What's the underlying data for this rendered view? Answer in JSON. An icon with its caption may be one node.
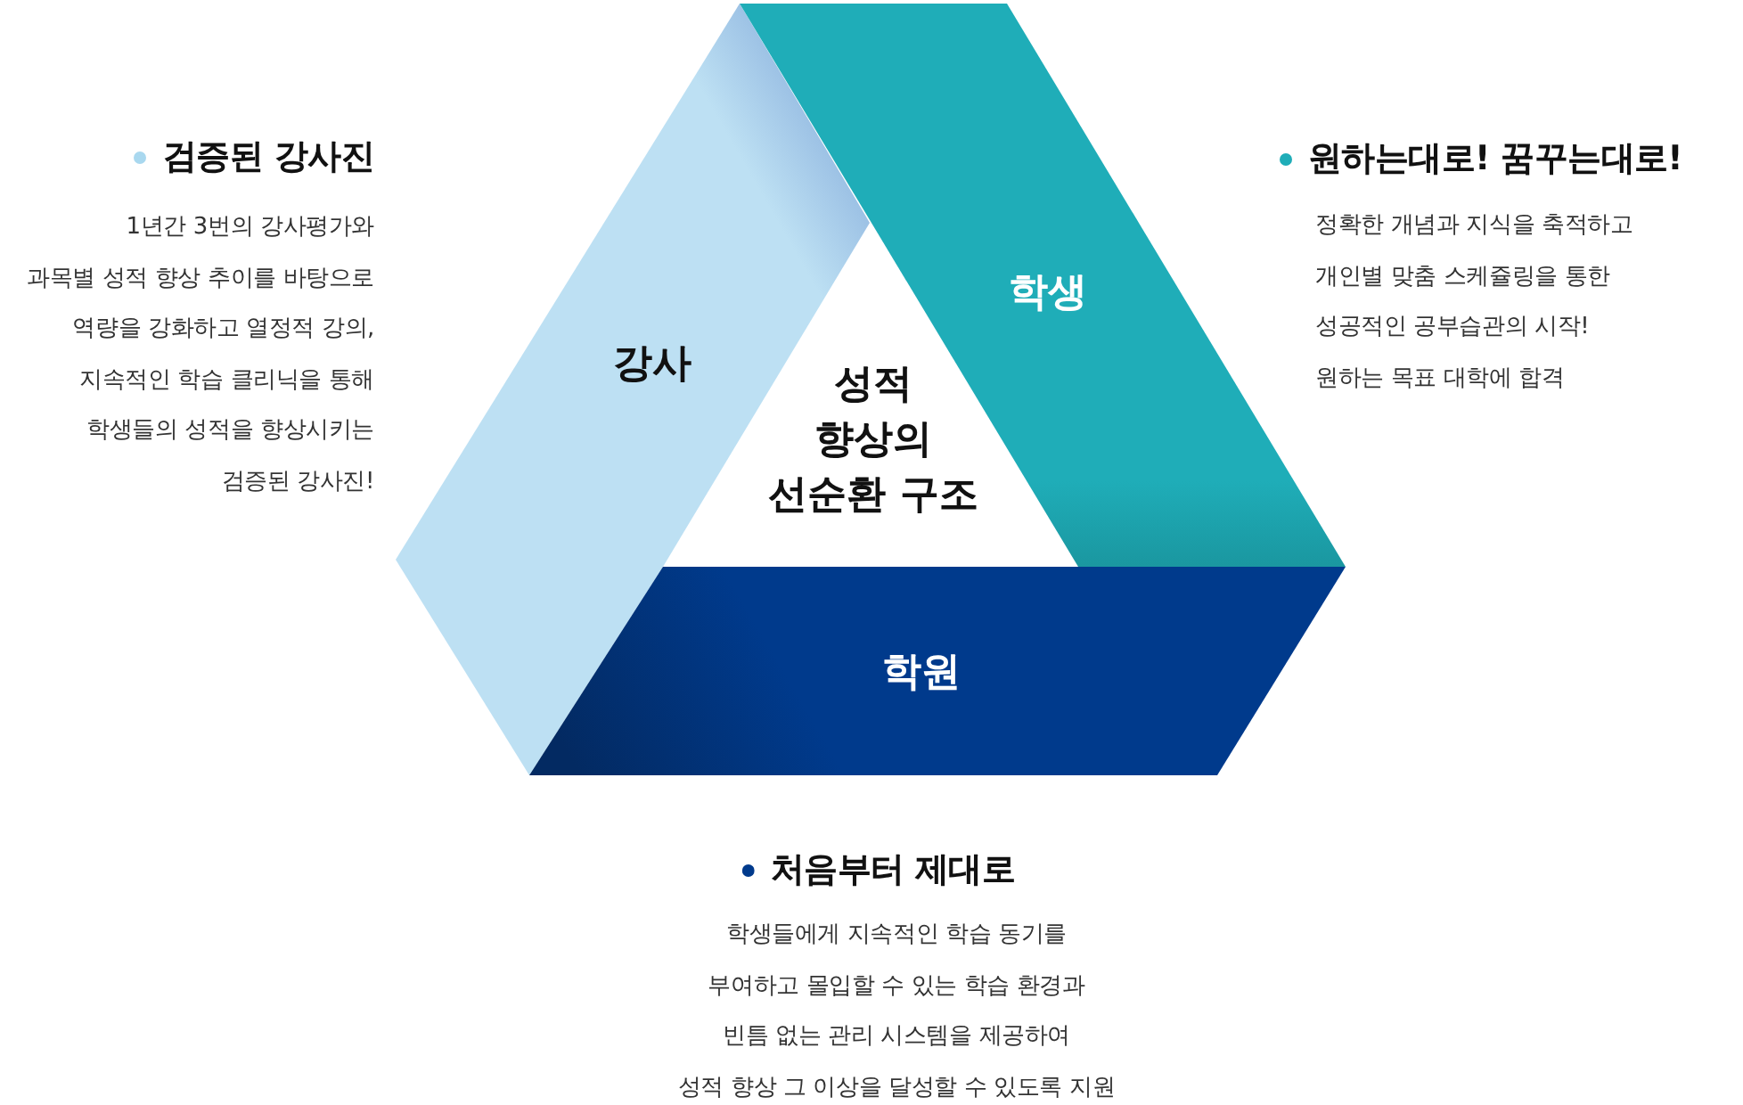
{
  "diagram": {
    "nodes": [
      {
        "text": [
          "강사"
        ],
        "beside": [
          "검증된 강사진",
          "1년간 3번의 강사평가와 과목별 성적 향상 추이를 바탕으로 역량을 강화하고 열정적 강의, 지속적인 학습 클리닉을 통해 학생들의 성적을 향상시키는 검증된 강사진!"
        ]
      },
      {
        "text": [
          "학생"
        ],
        "beside": [
          "원하는대로! 꿈꾸는대로!",
          "정확한 개념과 지식을 축적하고 개인별 맞춤 스케쥴링을 통한 성공적인 공부습관의 시작! 원하는 목표 대학에 합격"
        ]
      },
      {
        "text": [
          "학원"
        ],
        "beside": [
          "처음부터 제대로",
          "학생들에게 지속적인 학습 동기를 부여하고 몰입할 수 있는 학습 환경과 빈틈 없는 관리 시스템을 제공하여 성적 향상 그 이상을 달성할 수 있도록 지원"
        ]
      }
    ],
    "labels": [
      "성적 향상의 선순환 구조"
    ]
  }
}
